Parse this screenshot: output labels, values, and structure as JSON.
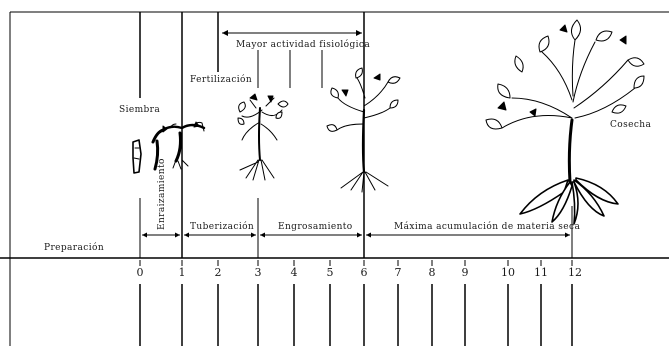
{
  "labels": {
    "siembra": "Siembra",
    "fertilizacion": "Fertilización",
    "actividad": "Mayor actividad fisiológica",
    "cosecha": "Cosecha",
    "preparacion": "Preparación",
    "enraizamiento": "Enraizamiento",
    "tuberizacion": "Tuberización",
    "engrosamiento": "Engrosamiento",
    "acumulacion": "Máxima acumulación de materia seca"
  },
  "timeline": [
    "0",
    "1",
    "2",
    "3",
    "4",
    "5",
    "6",
    "7",
    "8",
    "9",
    "10",
    "11",
    "12"
  ]
}
